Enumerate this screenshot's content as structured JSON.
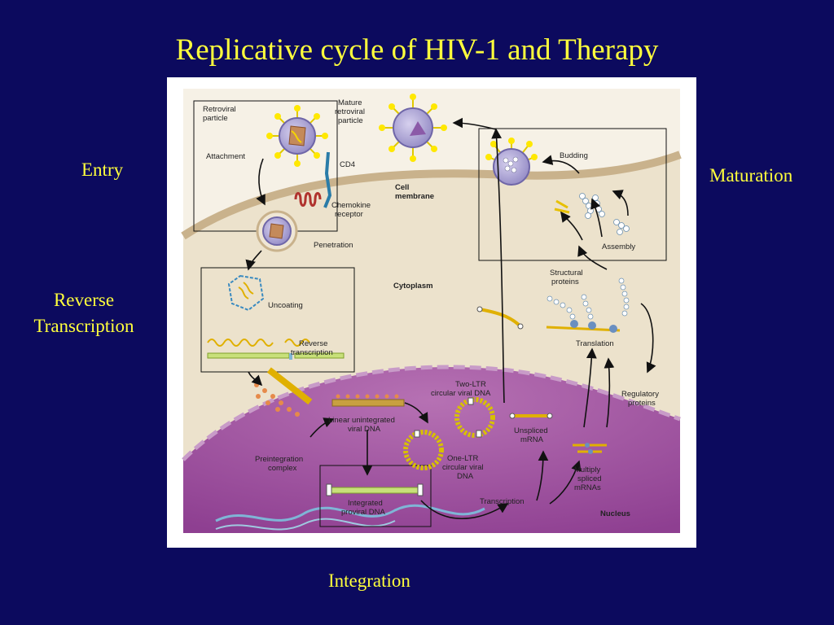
{
  "slide": {
    "title": "Replicative cycle of HIV-1 and Therapy",
    "labels": {
      "entry": "Entry",
      "reverse_transcription_line1": "Reverse",
      "reverse_transcription_line2": "Transcription",
      "maturation": "Maturation",
      "integration": "Integration"
    }
  },
  "figure": {
    "retroviral_particle_1": "Retroviral",
    "retroviral_particle_2": "particle",
    "mature_1": "Mature",
    "mature_2": "retroviral",
    "mature_3": "particle",
    "attachment": "Attachment",
    "cd4": "CD4",
    "chemokine_1": "Chemokine",
    "chemokine_2": "receptor",
    "cell_membrane_1": "Cell",
    "cell_membrane_2": "membrane",
    "penetration": "Penetration",
    "budding": "Budding",
    "assembly": "Assembly",
    "cytoplasm": "Cytoplasm",
    "uncoating": "Uncoating",
    "reverse_transcription_1": "Reverse",
    "reverse_transcription_2": "transcription",
    "structural_1": "Structural",
    "structural_2": "proteins",
    "translation": "Translation",
    "regulatory_1": "Regulatory",
    "regulatory_2": "proteins",
    "two_ltr_1": "Two-LTR",
    "two_ltr_2": "circular viral DNA",
    "linear_1": "Linear unintegrated",
    "linear_2": "viral DNA",
    "unspliced_1": "Unspliced",
    "unspliced_2": "mRNA",
    "one_ltr_1": "One-LTR",
    "one_ltr_2": "circular viral",
    "one_ltr_3": "DNA",
    "preint_1": "Preintegration",
    "preint_2": "complex",
    "multiply_1": "Multiply",
    "multiply_2": "spliced",
    "multiply_3": "mRNAs",
    "integrated_1": "Integrated",
    "integrated_2": "proviral DNA",
    "transcription": "Transcription",
    "nucleus": "Nucleus"
  },
  "colors": {
    "background": "#0c0a5e",
    "title_text": "#ffff3c",
    "cytoplasm": "#ece2cc",
    "membrane": "#c9b28c",
    "nucleus": "#9c4f9e",
    "virus_yellow": "#ffe800",
    "virus_body": "#9b93c8"
  }
}
